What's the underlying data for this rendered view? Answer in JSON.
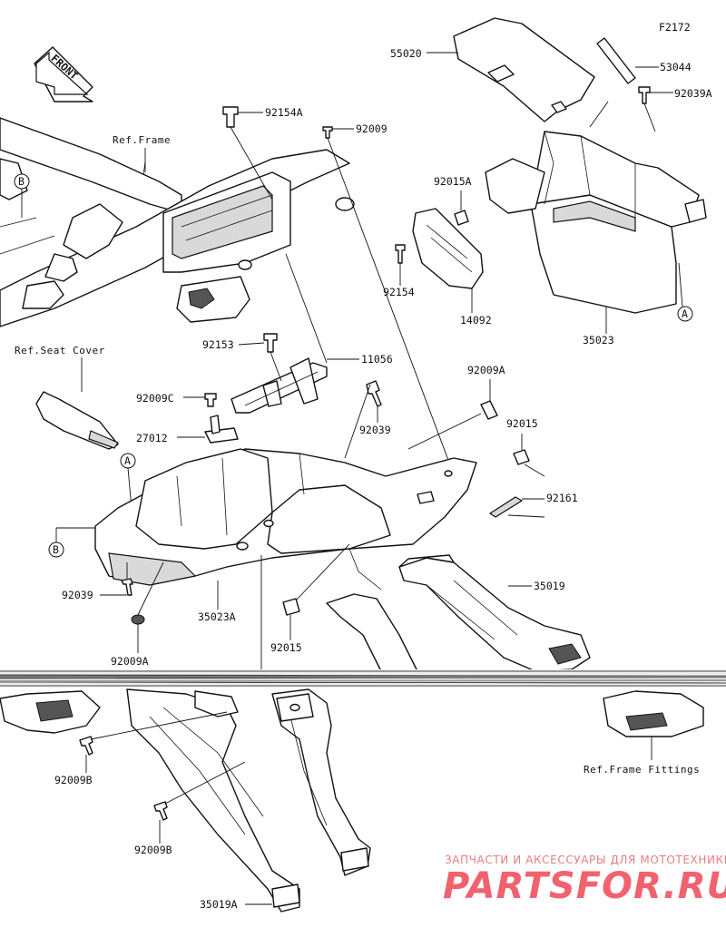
{
  "diagram_code": "F2172",
  "front_label": "FRONT",
  "refs": {
    "frame": "Ref.Frame",
    "seat_cover": "Ref.Seat Cover",
    "frame_fittings": "Ref.Frame Fittings"
  },
  "markers": {
    "a": "A",
    "b": "B"
  },
  "parts": {
    "p55020": "55020",
    "p53044": "53044",
    "p92039A": "92039A",
    "p92154A": "92154A",
    "p92009_top": "92009",
    "p92015A": "92015A",
    "p92154": "92154",
    "p14092": "14092",
    "p35023": "35023",
    "p92153": "92153",
    "p11056": "11056",
    "p92009A_right": "92009A",
    "p92009C": "92009C",
    "p92039_mid": "92039",
    "p92015_right": "92015",
    "p27012": "27012",
    "p92161": "92161",
    "p35019": "35019",
    "p92039_left": "92039",
    "p35023A": "35023A",
    "p92009A_left": "92009A",
    "p92015_bottom": "92015",
    "p92009B_1": "92009B",
    "p92009B_2": "92009B",
    "p35019A": "35019A"
  },
  "watermark": {
    "caption": "ЗАПЧАСТИ И АКСЕССУАРЫ ДЛЯ МОТОТЕХНИКИ",
    "brand": "PARTSFOR.RU"
  }
}
